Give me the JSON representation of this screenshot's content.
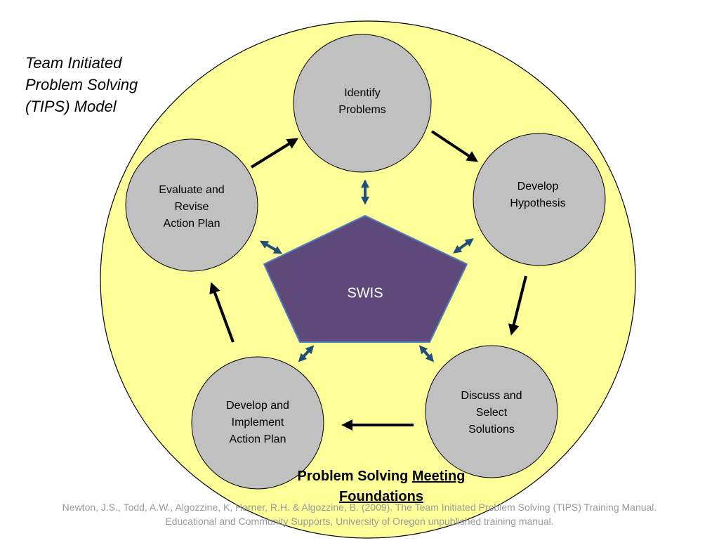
{
  "title": {
    "lines": [
      "Team Initiated",
      "Problem Solving",
      "(TIPS) Model"
    ]
  },
  "nodes": [
    {
      "id": "identify",
      "lines": [
        "Identify",
        "Problems"
      ]
    },
    {
      "id": "hypothesis",
      "lines": [
        "Develop",
        "Hypothesis"
      ]
    },
    {
      "id": "discuss",
      "lines": [
        "Discuss and",
        "Select",
        "Solutions"
      ]
    },
    {
      "id": "implement",
      "lines": [
        "Develop and",
        "Implement",
        "Action Plan"
      ]
    },
    {
      "id": "evaluate",
      "lines": [
        "Evaluate and",
        "Revise",
        "Action Plan"
      ]
    }
  ],
  "center": {
    "label": "SWIS"
  },
  "foundations": {
    "line1_plain": "Problem Solving ",
    "line1_underlined": "Meeting",
    "line2_underlined": "Foundations"
  },
  "citation": {
    "line1": "Newton, J.S., Todd, A.W., Algozzine, K, Horner, R.H. & Algozzine, B. (2009). The Team Initiated Problem Solving (TIPS) Training Manual.",
    "line2": "Educational and Community Supports, University of Oregon unpublished training manual."
  },
  "colors": {
    "outer_circle": "#ffff99",
    "node_fill": "#c0c0c0",
    "center_fill": "#5f497a",
    "center_stroke": "#4f81bd",
    "double_arrow": "#1f4e79"
  }
}
